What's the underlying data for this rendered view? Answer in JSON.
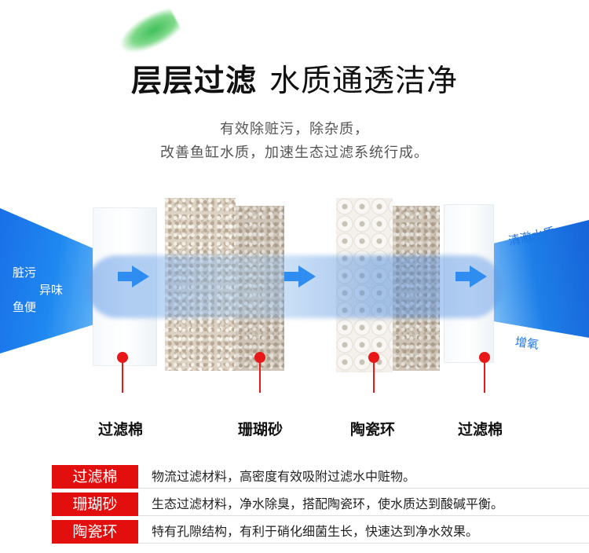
{
  "header": {
    "title_bold": "层层过滤",
    "title_light": "水质通透洁净",
    "desc_line1": "有效除赃污，除杂质，",
    "desc_line2": "改善鱼缸水质，加速生态过滤系统行成。"
  },
  "flow": {
    "inflow_labels": [
      "脏污",
      "异味",
      "鱼便"
    ],
    "outflow_labels": [
      "清澈水质",
      "增氧"
    ]
  },
  "layers": [
    {
      "label": "过滤棉"
    },
    {
      "label": "珊瑚砂"
    },
    {
      "label": "陶瓷环"
    },
    {
      "label": "过滤棉"
    }
  ],
  "legend": [
    {
      "tag": "过滤棉",
      "text": "物流过滤材料，高密度有效吸附过滤水中赃物。"
    },
    {
      "tag": "珊瑚砂",
      "text": "生态过滤材料，净水除臭，搭配陶瓷环，使水质达到酸碱平衡。"
    },
    {
      "tag": "陶瓷环",
      "text": "特有孔隙结构，有利于硝化细菌生长，快速达到净水效果。"
    }
  ],
  "colors": {
    "accent_red": "#e30f0f",
    "flow_blue": "#1e7fe8"
  }
}
